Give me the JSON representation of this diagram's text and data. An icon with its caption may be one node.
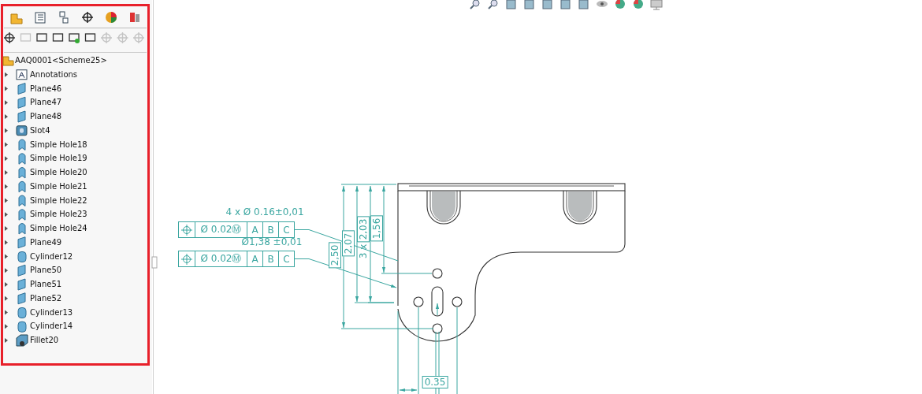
{
  "diagram": {
    "nodes": [
      {
        "text": [
          "Ø 0.02Ⓜ",
          "A",
          "B",
          "C"
        ],
        "beside": [
          "4 x Ø 0.16±0,01"
        ]
      },
      {
        "text": [
          "Ø 0.02Ⓜ",
          "A",
          "B",
          "C"
        ],
        "beside": [
          "Ø1,38 ±0,01"
        ]
      },
      {
        "text": [],
        "shape": "picture"
      }
    ],
    "edges": [
      {
        "from": 0,
        "to": 2,
        "arrow": "none"
      },
      {
        "from": 1,
        "to": 2,
        "arrow": "to"
      }
    ],
    "labels": [
      "AAQ0001<Scheme25>",
      "Annotations",
      "Plane46",
      "Plane47",
      "Plane48",
      "Slot4",
      "Simple Hole18",
      "Simple Hole19",
      "Simple Hole20",
      "Simple Hole21",
      "Simple Hole22",
      "Simple Hole23",
      "Simple Hole24",
      "Plane49",
      "Cylinder12",
      "Plane50",
      "Plane51",
      "Plane52",
      "Cylinder13",
      "Cylinder14",
      "Fillet20",
      "2,50",
      "2,07",
      "3 x",
      "2,03",
      "1,56",
      "0.35"
    ]
  }
}
